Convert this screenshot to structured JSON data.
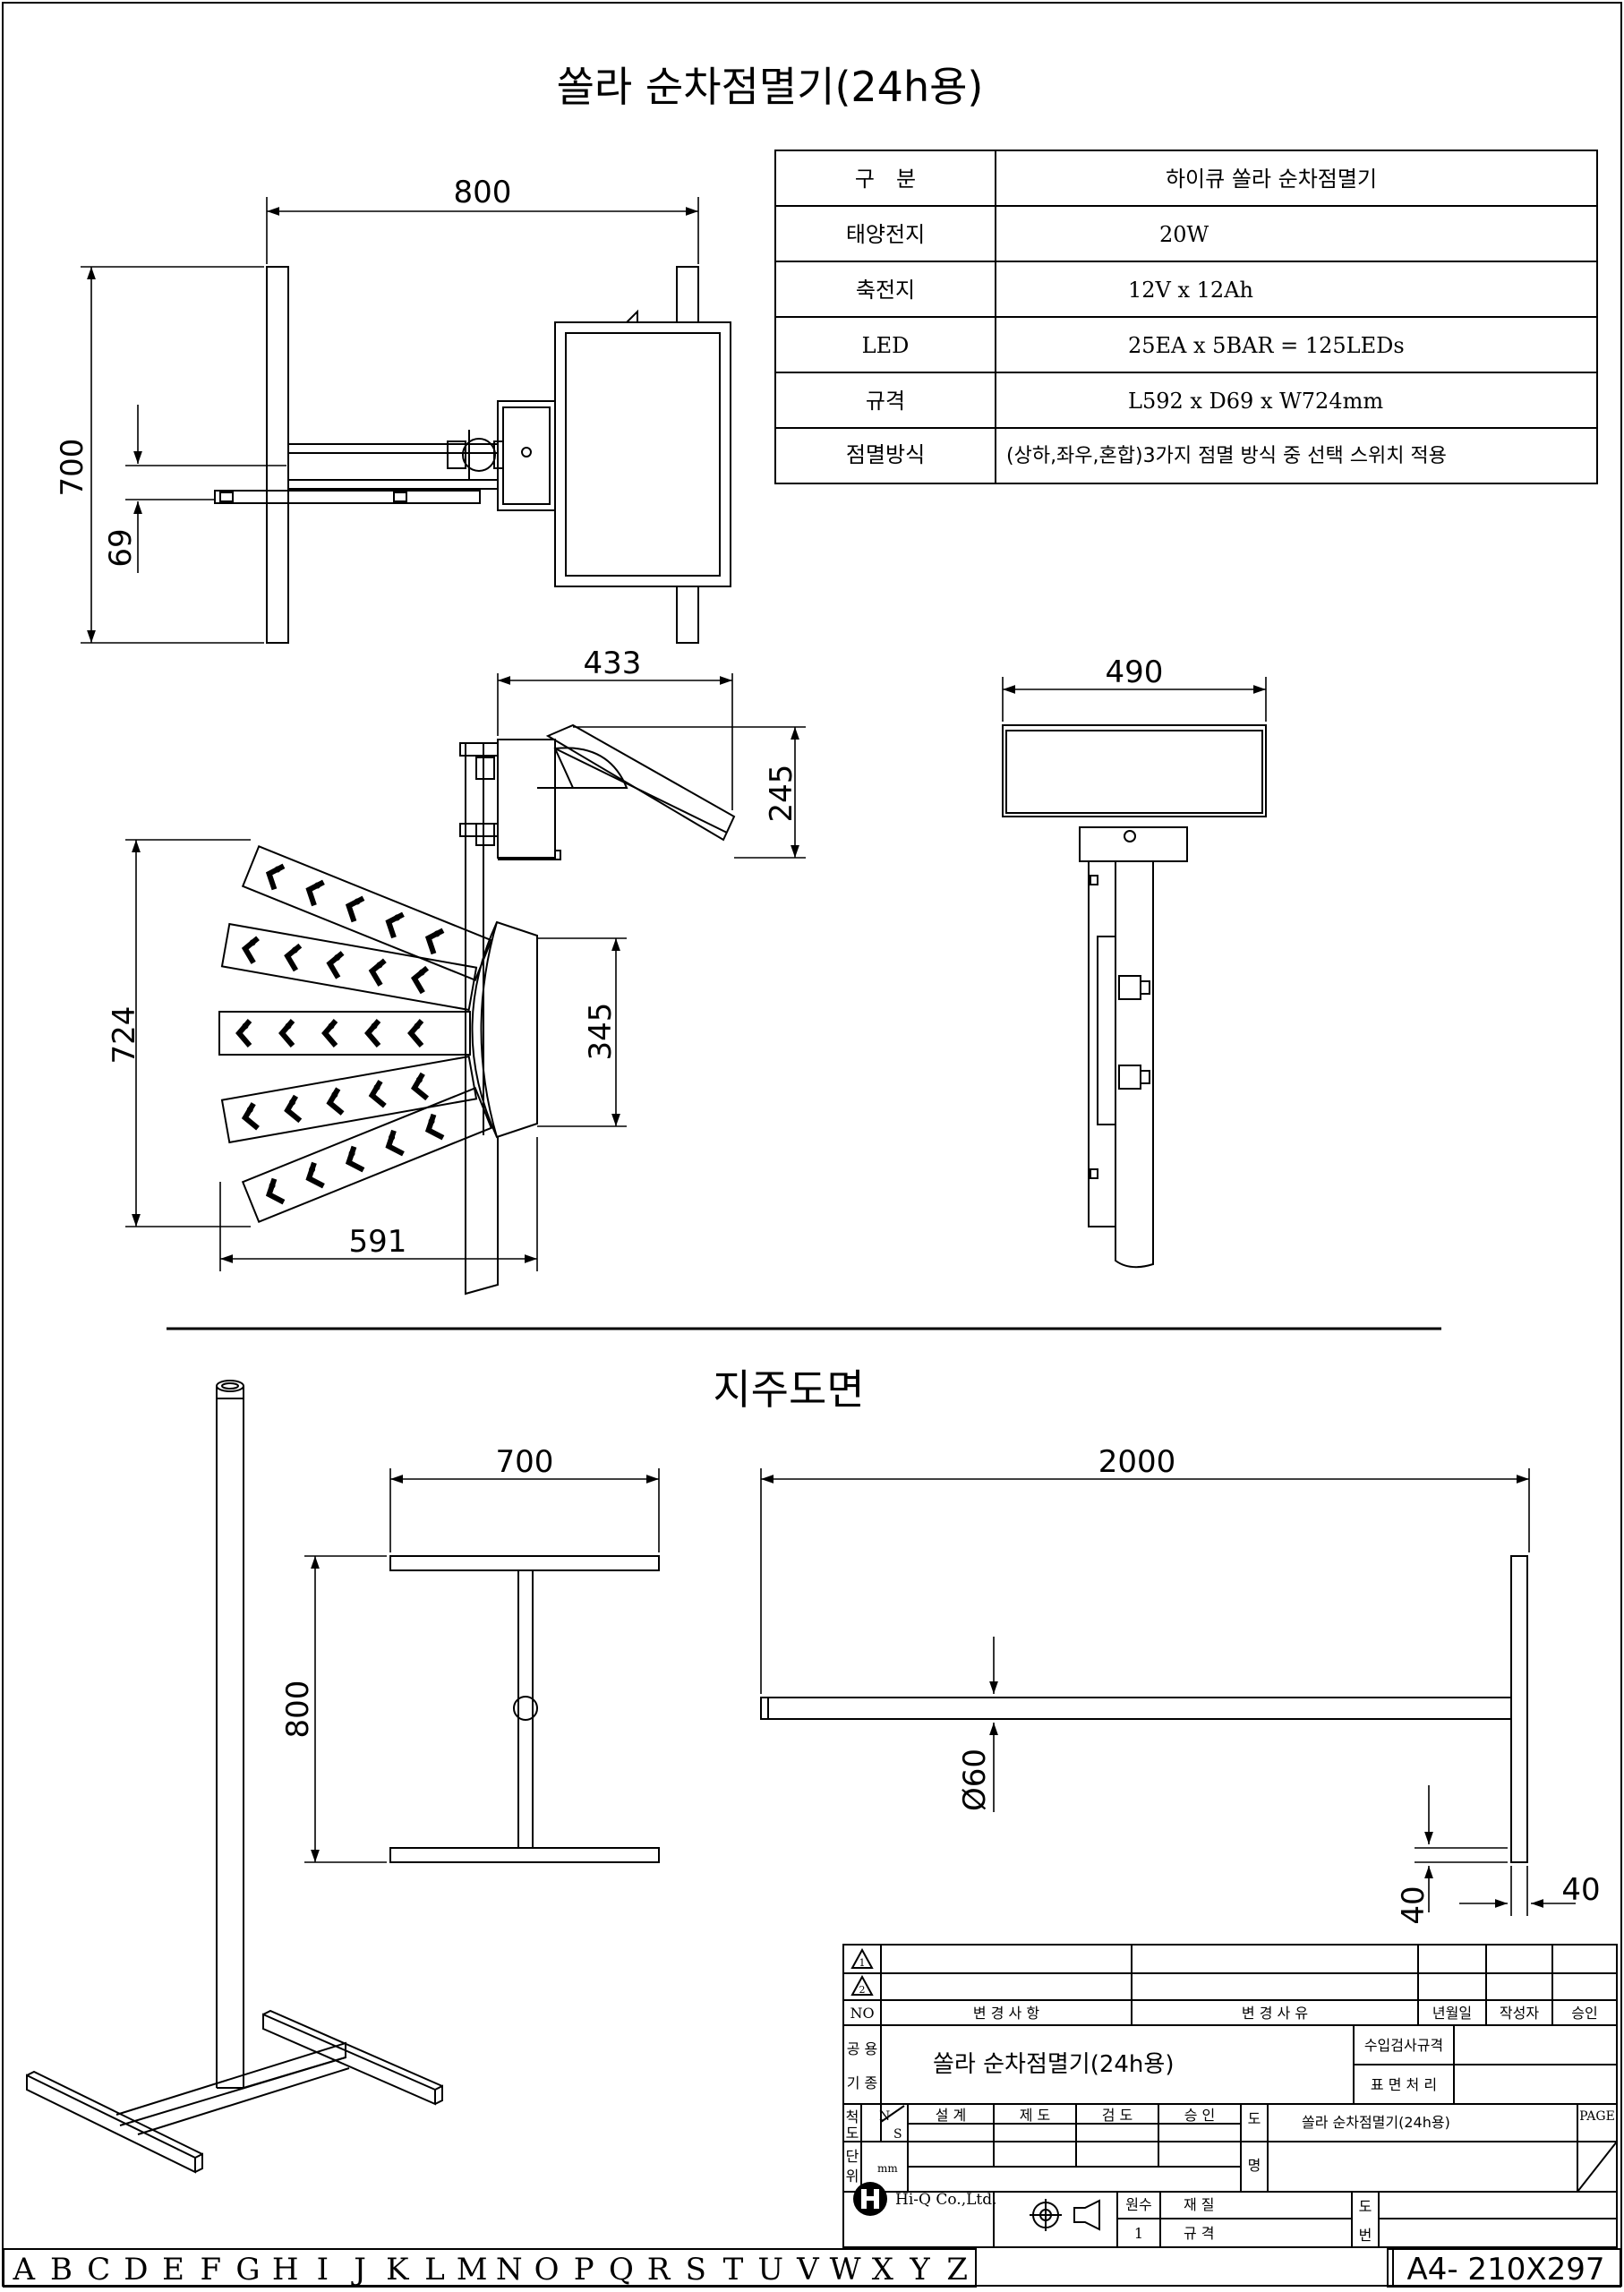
{
  "title": "쏠라 순차점멸기(24h용)",
  "spec_table": {
    "header": {
      "label": "구　분",
      "value": "하이큐 쏠라 순차점멸기"
    },
    "rows": [
      {
        "label": "태양전지",
        "value": "20W"
      },
      {
        "label": "축전지",
        "value": "12V x 12Ah"
      },
      {
        "label": "LED",
        "value": "25EA x 5BAR = 125LEDs"
      },
      {
        "label": "규격",
        "value": "L592 x D69 x W724mm"
      },
      {
        "label": "점멸방식",
        "value": "(상하,좌우,혼합)3가지 점멸 방식 중 선택 스위치 적용"
      }
    ]
  },
  "dims": {
    "side_width": "800",
    "side_height": "700",
    "side_bracket": "69",
    "top_depth": "433",
    "top_angle_h": "245",
    "front_height": "724",
    "front_center": "345",
    "front_width": "591",
    "right_width": "490",
    "base_width": "700",
    "base_depth": "800",
    "pole_length": "2000",
    "pole_diameter": "Ø60",
    "sq_a": "40",
    "sq_b": "40"
  },
  "section_title": "지주도면",
  "title_block": {
    "triangle_1": "1",
    "triangle_2": "2",
    "no": "NO",
    "change_item": "변 경 사 항",
    "change_reason": "변 경 사 유",
    "date": "년월일",
    "author": "작성자",
    "approve": "승인",
    "use_label_1": "공 용",
    "use_label_2": "기 종",
    "product": "쏠라 순차점멸기(24h용)",
    "inspect": "수입검사규격",
    "surface": "표 면 처 리",
    "scale_label_1": "척",
    "scale_label_2": "도",
    "ns_n": "N",
    "ns_s": "S",
    "design": "설 계",
    "draw": "제 도",
    "check": "검 도",
    "approval": "승 인",
    "drawing_label_1": "도",
    "drawing_label_2": "명",
    "drawing_name": "쏠라 순차점멸기(24h용)",
    "page": "PAGE",
    "unit_label_1": "단",
    "unit_label_2": "위",
    "unit": "mm",
    "company": "Hi-Q Co.,Ltd.",
    "qty_label": "원수",
    "qty": "1",
    "material": "재 질",
    "spec": "규 격",
    "no_label_1": "도",
    "no_label_2": "번"
  },
  "footer": {
    "letters": [
      "A",
      "B",
      "C",
      "D",
      "E",
      "F",
      "G",
      "H",
      "I",
      "J",
      "K",
      "L",
      "M",
      "N",
      "O",
      "P",
      "Q",
      "R",
      "S",
      "T",
      "U",
      "V",
      "W",
      "X",
      "Y",
      "Z"
    ],
    "paper": "A4- 210X297"
  }
}
